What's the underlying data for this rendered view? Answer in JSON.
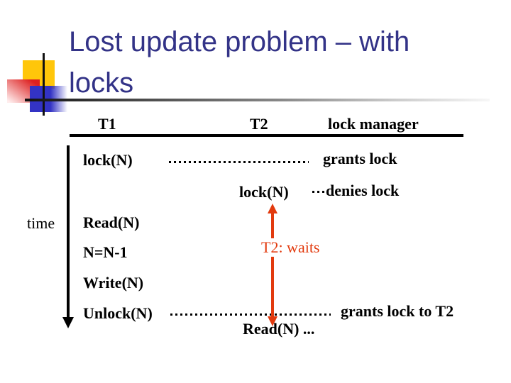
{
  "slide": {
    "title_line1": "Lost update problem – with",
    "title_line2": "locks"
  },
  "table": {
    "headers": {
      "t1": "T1",
      "t2": "T2",
      "manager": "lock manager"
    }
  },
  "timeline": {
    "label": "time"
  },
  "events": {
    "t1_lock": "lock(N)",
    "t1_read": "Read(N)",
    "t1_assign": "N=N-1",
    "t1_write": "Write(N)",
    "t1_unlock": "Unlock(N)",
    "t2_lock": "lock(N)",
    "t2_read_after": "Read(N) ...",
    "mgr_grants": "grants lock",
    "mgr_denies": "denies lock",
    "mgr_grants_t2": "grants lock to T2",
    "t2_waits": "T2: waits"
  },
  "colors": {
    "title_text": "#333387",
    "accent_red": "#E23A0E",
    "deco_yellow": "#FFC60A",
    "deco_blue": "#3333C4",
    "deco_red": "#DD2020",
    "body_text": "#000000"
  }
}
